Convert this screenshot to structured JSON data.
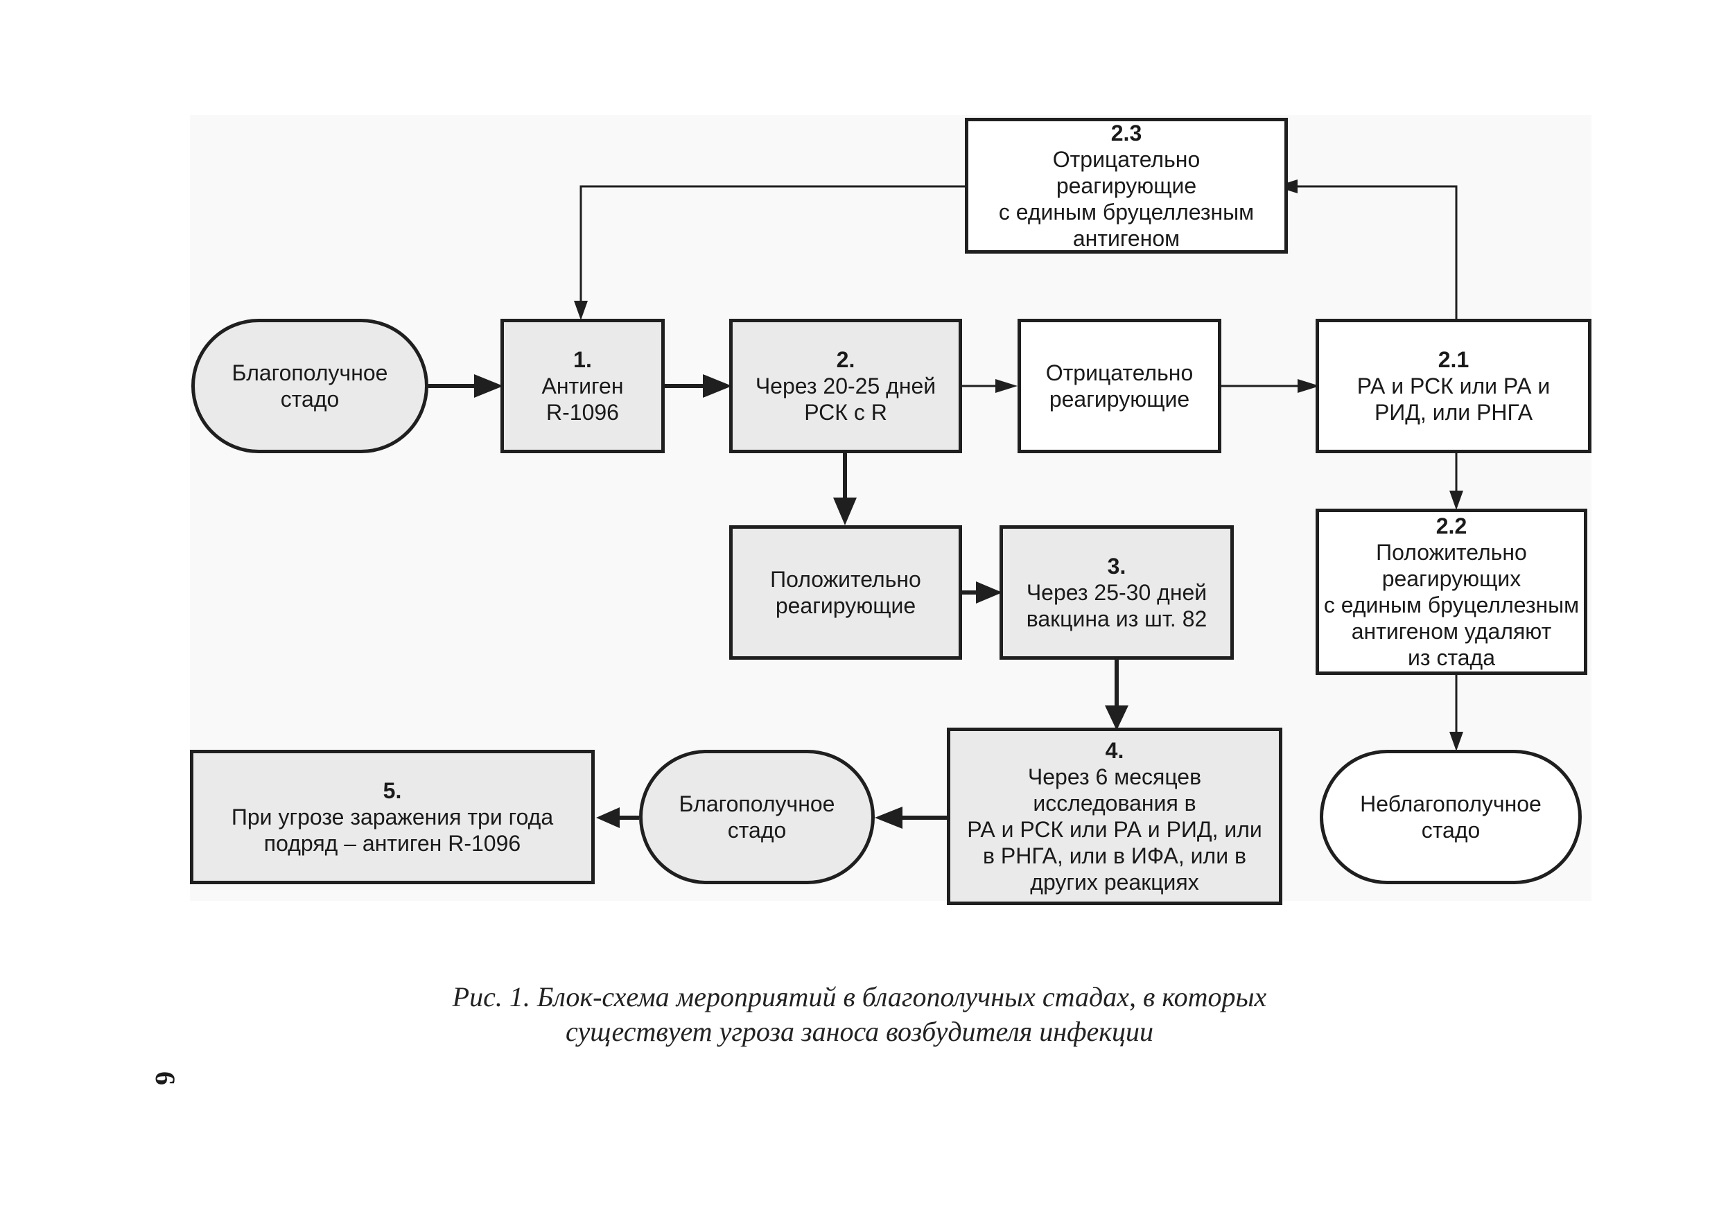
{
  "nodes": {
    "start": {
      "lines": [
        "Благополучное",
        "стадо"
      ]
    },
    "n1": {
      "number": "1.",
      "lines": [
        "Антиген",
        "R-1096"
      ]
    },
    "n2": {
      "number": "2.",
      "lines": [
        "Через 20-25 дней",
        "РСК с R"
      ]
    },
    "neg": {
      "lines": [
        "Отрицательно",
        "реагирующие"
      ]
    },
    "n21": {
      "number": "2.1",
      "lines": [
        "РА и РСК или РА и",
        "РИД, или РНГА"
      ]
    },
    "n23": {
      "number": "2.3",
      "lines": [
        "Отрицательно",
        "реагирующие",
        "с единым бруцеллезным",
        "антигеном"
      ]
    },
    "pos": {
      "lines": [
        "Положительно",
        "реагирующие"
      ]
    },
    "n3": {
      "number": "3.",
      "lines": [
        "Через 25-30 дней",
        "вакцина из шт. 82"
      ]
    },
    "n22": {
      "number": "2.2",
      "lines": [
        "Положительно",
        "реагирующих",
        "с единым бруцеллезным",
        "антигеном удаляют",
        "из стада"
      ]
    },
    "n4": {
      "number": "4.",
      "lines": [
        "Через 6 месяцев",
        "исследования в",
        "РА и РСК или РА и РИД, или",
        "в РНГА, или в ИФА, или в",
        "других реакциях"
      ]
    },
    "healthy2": {
      "lines": [
        "Благополучное",
        "стадо"
      ]
    },
    "n5": {
      "number": "5.",
      "lines": [
        "При угрозе заражения три года",
        "подряд – антиген R-1096"
      ]
    },
    "unhealthy": {
      "lines": [
        "Неблагополучное",
        "стадо"
      ]
    }
  },
  "caption": {
    "line1": "Рис. 1. Блок-схема мероприятий в благополучных стадах, в которых",
    "line2": "существует угроза заноса возбудителя инфекции"
  },
  "page_number": "6",
  "colors": {
    "box_fill_gray": "#eaeaea",
    "box_fill_white": "#ffffff",
    "stroke": "#1f1f1f"
  }
}
